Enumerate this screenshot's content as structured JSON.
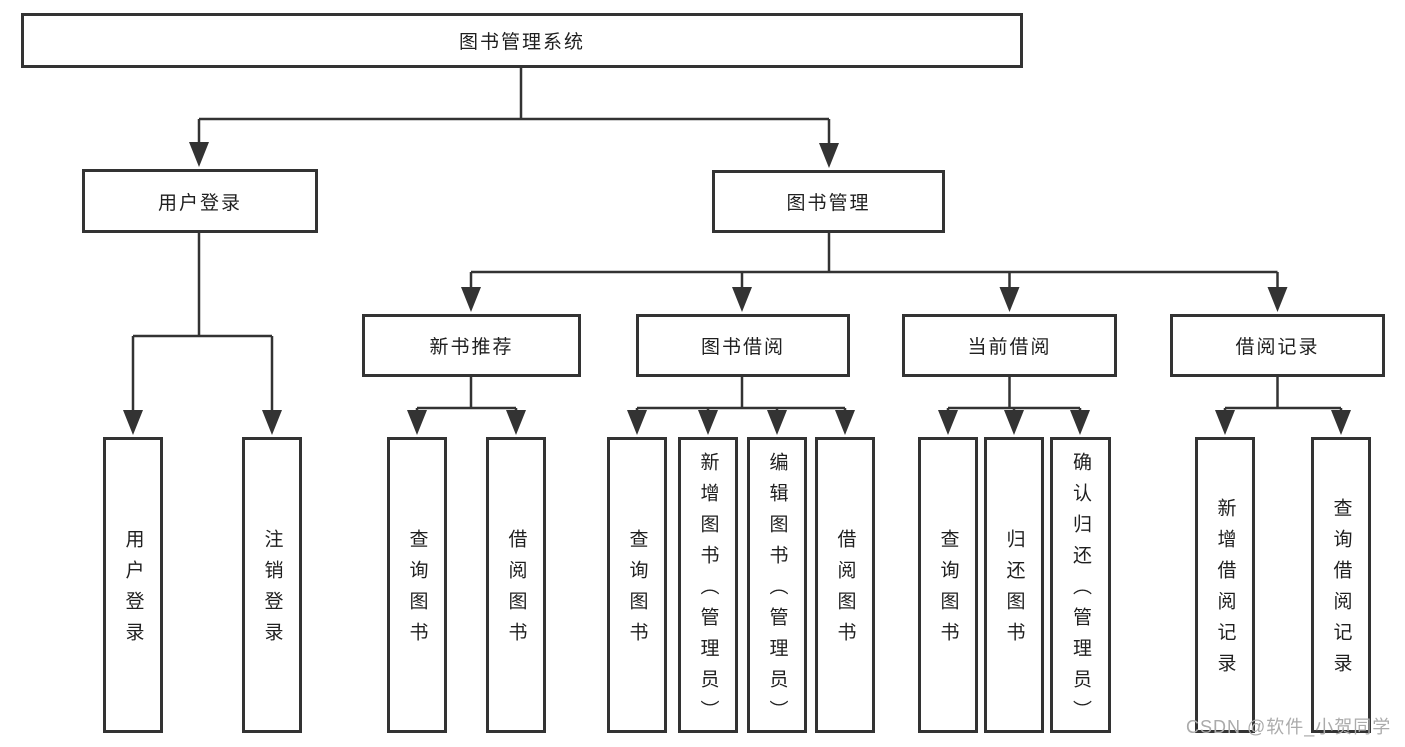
{
  "diagram": {
    "type": "tree",
    "watermark": "CSDN @软件_小贺同学",
    "colors": {
      "background": "#ffffff",
      "line": "#333333",
      "border": "#333333",
      "text": "#1f1f1f",
      "watermark": "#ababab"
    }
  },
  "tree": {
    "label": "图书管理系统",
    "children": [
      {
        "label": "用户登录",
        "children": [
          {
            "label": "用户登录"
          },
          {
            "label": "注销登录"
          }
        ]
      },
      {
        "label": "图书管理",
        "children": [
          {
            "label": "新书推荐",
            "children": [
              {
                "label": "查询图书"
              },
              {
                "label": "借阅图书"
              }
            ]
          },
          {
            "label": "图书借阅",
            "children": [
              {
                "label": "查询图书"
              },
              {
                "label": "新增图书（管理员）"
              },
              {
                "label": "编辑图书（管理员）"
              },
              {
                "label": "借阅图书"
              }
            ]
          },
          {
            "label": "当前借阅",
            "children": [
              {
                "label": "查询图书"
              },
              {
                "label": "归还图书"
              },
              {
                "label": "确认归还（管理员）"
              }
            ]
          },
          {
            "label": "借阅记录",
            "children": [
              {
                "label": "新增借阅记录"
              },
              {
                "label": "查询借阅记录"
              }
            ]
          }
        ]
      }
    ]
  }
}
